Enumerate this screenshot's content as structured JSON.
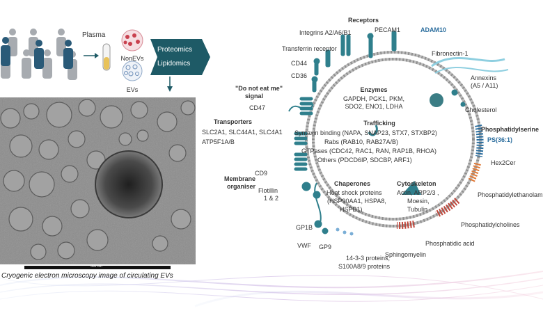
{
  "colors": {
    "teal": "#2f7f8c",
    "dark_teal": "#1e5a66",
    "blue_label": "#2c6e9e",
    "membrane": "#b9b9b9",
    "lipid_red": "#c0463a"
  },
  "top_left": {
    "plasma": "Plasma",
    "nonevs": "NonEVs",
    "evs": "EVs",
    "proteomics": "Proteomics",
    "lipidomics": "Lipidomics"
  },
  "em": {
    "scale": "500 nm",
    "caption": "Cryogenic electron microscopy image of circulating EVs"
  },
  "diagram": {
    "receptors_title": "Receptors",
    "integrins": "Integrins A2/A6/B1",
    "pecam1": "PECAM1",
    "adam10": "ADAM10",
    "transferrin": "Transferrin receptor",
    "fibronectin": "Fibronectin-1",
    "cd44": "CD44",
    "cd36": "CD36",
    "annexins_line1": "Annexins",
    "annexins_line2": "(A5 / A11)",
    "dont_eat_line1": "\"Do not eat me\"",
    "dont_eat_line2": "signal",
    "cd47": "CD47",
    "cholesterol": "Cholesterol",
    "enzymes_title": "Enzymes",
    "enzymes_line1": "GAPDH, PGK1, PKM,",
    "enzymes_line2": "SDO2, ENO1, LDHA",
    "transporters_title": "Transporters",
    "transporters_line1": "SLC2A1, SLC44A1, SLC4A1",
    "transporters_line2": "ATP5F1A/B",
    "trafficking_title": "Trafficking",
    "traf1": "Syntaxin binding (NAPA, SNAP23, STX7,  STXBP2)",
    "traf2": "Rabs (RAB10, RAB27A/B)",
    "traf3": "GTPases (CDC42, RAC1, RAN, RAP1B, RHOA)",
    "traf4": "Others (PDCD6IP, SDCBP, ARF1)",
    "ps_title": "Phosphatidylserine",
    "ps_value": "PS(36:1)",
    "hex2cer": "Hex2Cer",
    "cd9": "CD9",
    "membrane_line1": "Membrane",
    "membrane_line2": "organiser",
    "flotillin_line1": "Flotillin",
    "flotillin_line2": "1 & 2",
    "chaperones_title": "Chaperones",
    "chap1": "Heat shock proteins",
    "chap2": "(HSP90AA1, HSPA8,",
    "chap3": "HSPB1)",
    "cytoskeleton_title": "Cytoskeleton",
    "cyto1": "Actin, ARP2/3 ,",
    "cyto2": "Moesin,",
    "cyto3": "Tubulin",
    "pe": "Phosphatidylethanolamines",
    "pc": "Phosphatidylcholines",
    "gp1b": "GP1B",
    "vwf": "VWF",
    "gp9": "GP9",
    "pa": "Phosphatidic acid",
    "sphingomyelin": "Sphingomyelin",
    "prot1433_line1": "14-3-3 proteins,",
    "prot1433_line2": "S100A8/9 proteins"
  }
}
